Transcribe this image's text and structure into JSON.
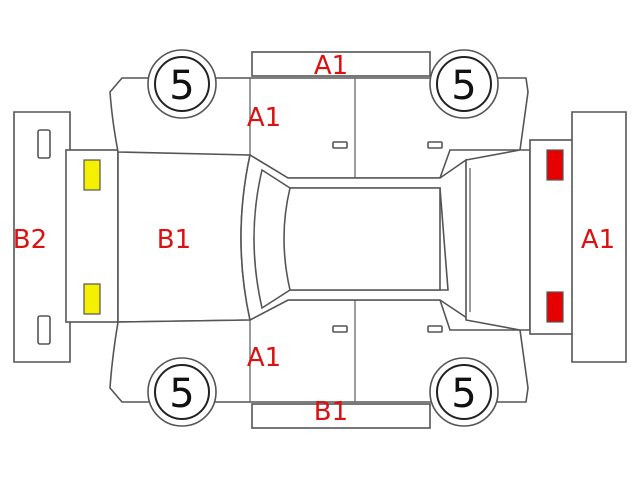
{
  "diagram": {
    "wheels": {
      "front_left": "5",
      "front_right": "5",
      "rear_left": "5",
      "rear_right": "5"
    },
    "damage_codes": {
      "roof_side_top": "A1",
      "upper_door": "A1",
      "lower_door": "A1",
      "roof_side_bottom": "B1",
      "bonnet": "B1",
      "front_bumper": "B2",
      "rear_bumper": "A1"
    },
    "colors": {
      "code_text": "#dd1111",
      "front_lamp": "#f5ef00",
      "rear_lamp": "#e60000",
      "outline": "#555555"
    }
  }
}
